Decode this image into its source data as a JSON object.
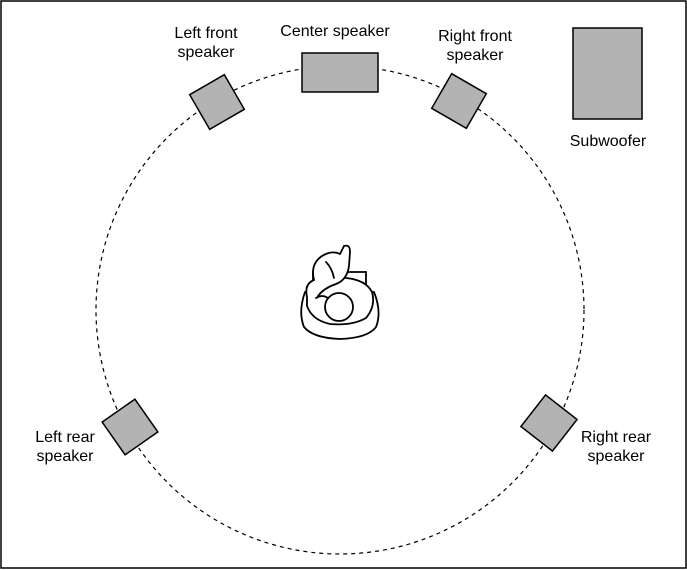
{
  "colors": {
    "background": "#ffffff",
    "border": "#000000",
    "speaker_fill": "#b3b3b3",
    "speaker_stroke": "#000000",
    "circle_stroke": "#000000",
    "listener_stroke": "#000000"
  },
  "icons": {
    "listener": "person-seated-top-view-icon"
  },
  "speakers": {
    "left_front": [
      "Left front",
      "speaker"
    ],
    "center": "Center speaker",
    "right_front": [
      "Right front",
      "speaker"
    ],
    "subwoofer": "Subwoofer",
    "left_rear": [
      "Left rear",
      "speaker"
    ],
    "right_rear": [
      "Right rear",
      "speaker"
    ]
  }
}
